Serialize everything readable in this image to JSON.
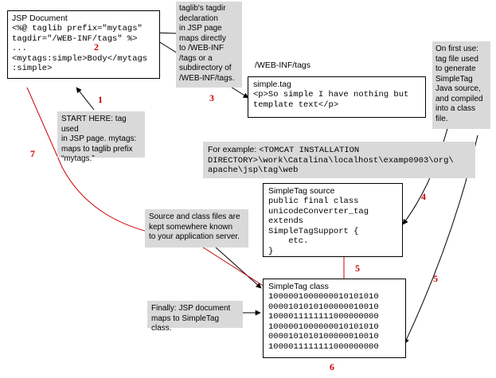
{
  "jsp_document": {
    "title": "JSP Document",
    "lines": [
      "<%@ taglib prefix=\"mytags\"",
      "tagdir=\"/WEB-INF/tags\" %>",
      "...",
      "<mytags:simple>Body</mytags",
      ":simple>"
    ]
  },
  "taglib_callout": {
    "lines": [
      "taglib's tagdir",
      "declaration",
      "in JSP page",
      "maps directly",
      "to /WEB-INF",
      "/tags or a",
      "subdirectory of",
      "/WEB-INF/tags."
    ]
  },
  "webinf_label": "/WEB-INF/tags",
  "simple_tag": {
    "title": "simple.tag",
    "lines": [
      "<p>So simple I have nothing but",
      "template text</p>"
    ]
  },
  "first_use_callout": {
    "lines": [
      "On first use:",
      "tag file used",
      "to generate",
      "SimpleTag",
      "Java source,",
      "and compiled",
      "into a class",
      "file."
    ]
  },
  "start_callout": {
    "lines": [
      "START HERE: tag used",
      "in JSP page. mytags:",
      "maps to taglib prefix",
      "“mytags.”"
    ]
  },
  "example_callout": {
    "prefix": "For example: ",
    "lines": [
      "<TOMCAT INSTALLATION",
      "DIRECTORY>\\work\\Catalina\\localhost\\examp0903\\org\\",
      "apache\\jsp\\tag\\web"
    ]
  },
  "source_box": {
    "title": "SimpleTag source",
    "lines": [
      "public final class",
      "unicodeConverter_tag",
      "extends",
      "SimpleTagSupport {",
      "    etc.",
      "}"
    ]
  },
  "source_callout": {
    "lines": [
      "Source and class files are",
      "kept somewhere known",
      "to your application server."
    ]
  },
  "class_box": {
    "title": "SimpleTag class",
    "lines": [
      "1000001000000010101010",
      "0000101010100000010010",
      "1000011111111000000000",
      "1000001000000010101010",
      "0000101010100000010010",
      "1000011111111000000000"
    ]
  },
  "finally_callout": {
    "lines": [
      "Finally: JSP document",
      "maps to SimpleTag class."
    ]
  },
  "step_numbers": [
    "1",
    "2",
    "3",
    "4",
    "5",
    "5",
    "6",
    "7"
  ],
  "colors": {
    "callout": "#d9d9d9",
    "step": "#cc0000",
    "red_line": "#cc0000"
  }
}
